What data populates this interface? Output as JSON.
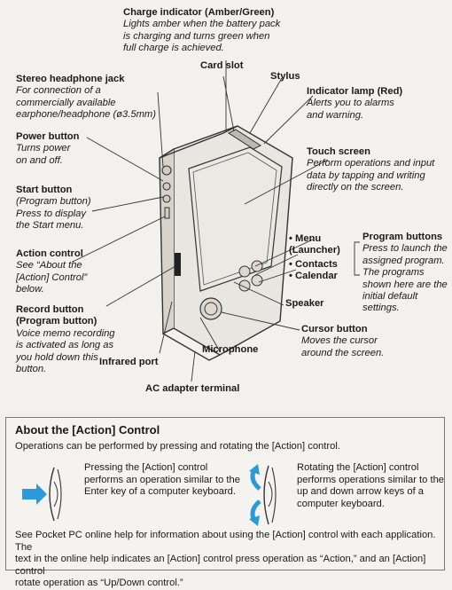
{
  "labels": {
    "charge_indicator": {
      "title": "Charge indicator (Amber/Green)",
      "desc": "Lights amber when the battery pack\nis charging and turns green when\nfull charge is achieved."
    },
    "card_slot": {
      "title": "Card slot"
    },
    "stylus": {
      "title": "Stylus"
    },
    "headphone_jack": {
      "title": "Stereo headphone jack",
      "desc": "For connection of a\ncommercially available\nearphone/headphone (ø3.5mm)"
    },
    "indicator_lamp": {
      "title": "Indicator lamp (Red)",
      "desc": "Alerts you to alarms\nand warning."
    },
    "power_button": {
      "title": "Power button",
      "desc": "Turns power\non and off."
    },
    "touch_screen": {
      "title": "Touch screen",
      "desc": "Perform operations and input\ndata by tapping and writing\ndirectly on the screen."
    },
    "start_button": {
      "title": "Start button",
      "desc": "(Program button)\nPress to display\nthe Start menu."
    },
    "program_buttons": {
      "title": "Program buttons",
      "desc": "Press to launch the\nassigned program.\nThe programs\nshown here are the\ninitial default\nsettings."
    },
    "menu_launcher": {
      "title": "• Menu\n   (Launcher)"
    },
    "contacts": {
      "title": "• Contacts"
    },
    "calendar": {
      "title": "• Calendar"
    },
    "action_control": {
      "title": "Action control",
      "desc": "See “About the\n[Action] Control”\nbelow."
    },
    "speaker": {
      "title": "Speaker"
    },
    "record_button": {
      "title": "Record button\n(Program button)",
      "desc": "Voice memo recording\nis activated as long as\nyou hold down this\nbutton."
    },
    "cursor_button": {
      "title": "Cursor button",
      "desc": "Moves the cursor\naround the screen."
    },
    "microphone": {
      "title": "Microphone"
    },
    "infrared_port": {
      "title": "Infrared port"
    },
    "ac_adapter": {
      "title": "AC adapter terminal"
    }
  },
  "about_box": {
    "title": "About the [Action] Control",
    "intro": "Operations can be performed by pressing and rotating the [Action] control.",
    "press_text": "Pressing the [Action] control\nperforms an operation similar to the\nEnter key of a computer keyboard.",
    "rotate_text": "Rotating the [Action] control\nperforms operations similar to the\nup and down arrow keys of a\ncomputer keyboard.",
    "footer": "See Pocket PC online help for information about using the [Action] control with each application. The\ntext in the online help indicates an [Action] control press operation as “Action,” and an [Action] control\nrotate operation as “Up/Down control.”"
  },
  "colors": {
    "arrow": "#2a9bd8",
    "line": "#333333"
  }
}
